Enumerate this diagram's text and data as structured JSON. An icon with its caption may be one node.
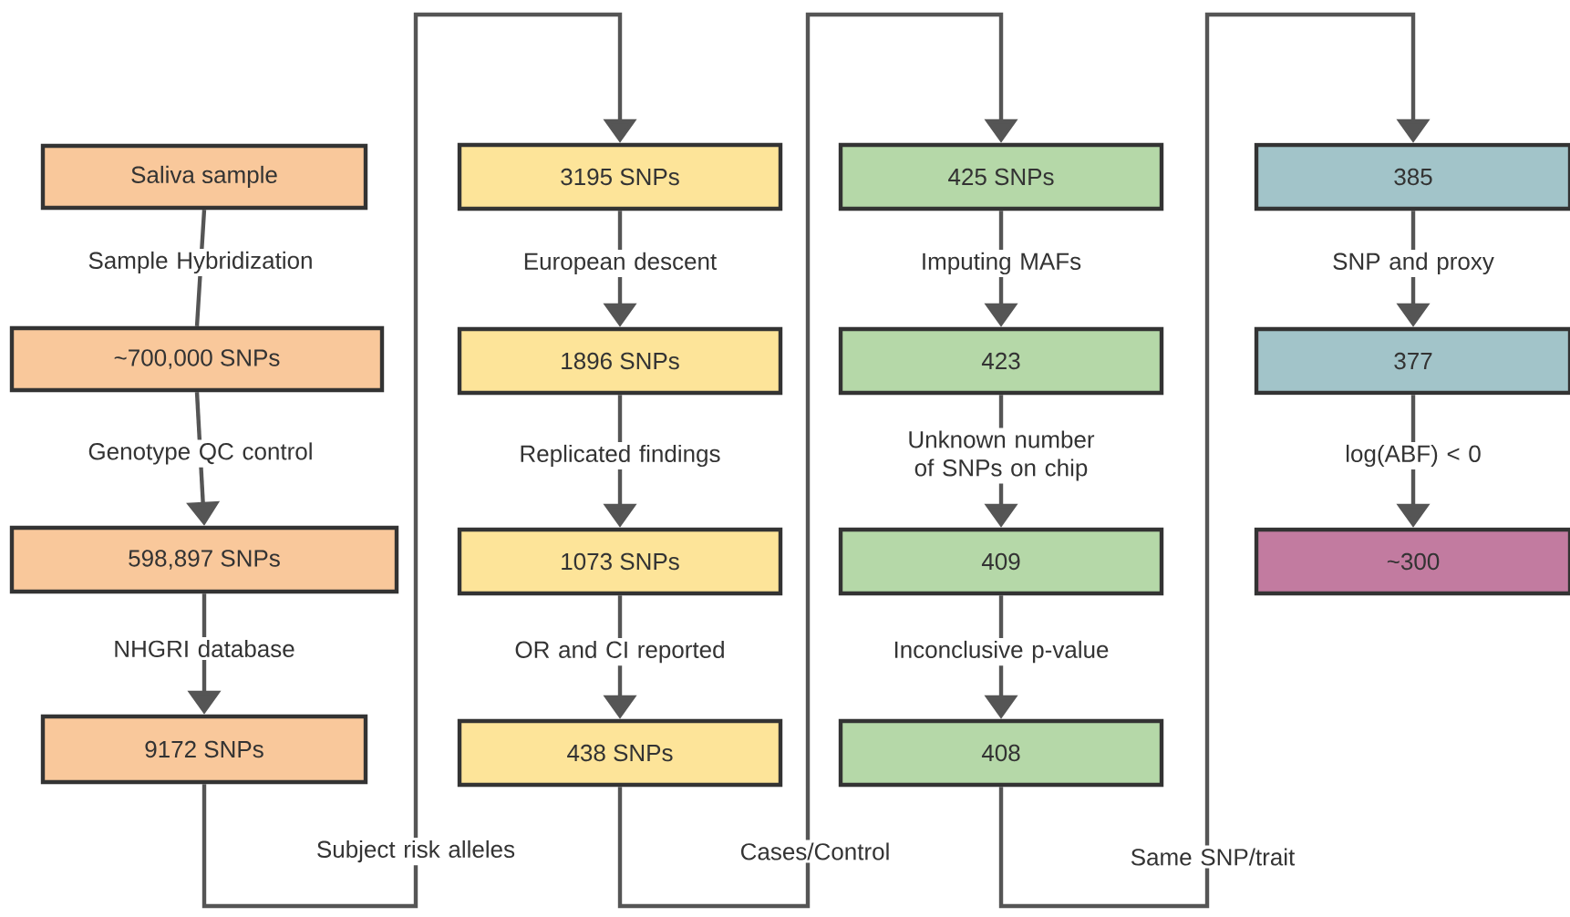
{
  "diagram": {
    "nodes": [
      {
        "text": [
          "Saliva sample"
        ]
      },
      {
        "text": [
          "~700,000 SNPs"
        ]
      },
      {
        "text": [
          "598,897 SNPs"
        ]
      },
      {
        "text": [
          "9172 SNPs"
        ]
      },
      {
        "text": [
          "3195 SNPs"
        ]
      },
      {
        "text": [
          "1896 SNPs"
        ]
      },
      {
        "text": [
          "1073 SNPs"
        ]
      },
      {
        "text": [
          "438 SNPs"
        ]
      },
      {
        "text": [
          "425 SNPs"
        ]
      },
      {
        "text": [
          "423"
        ]
      },
      {
        "text": [
          "409"
        ]
      },
      {
        "text": [
          "408"
        ]
      },
      {
        "text": [
          "385"
        ]
      },
      {
        "text": [
          "377"
        ]
      },
      {
        "text": [
          "~300"
        ]
      }
    ],
    "edges": [
      {
        "from": 0,
        "to": 1,
        "arrow": "none",
        "label": "Sample Hybridization"
      },
      {
        "from": 1,
        "to": 2,
        "arrow": "to",
        "label": "Genotype QC control"
      },
      {
        "from": 2,
        "to": 3,
        "arrow": "to",
        "label": "NHGRI database"
      },
      {
        "from": 3,
        "to": 4,
        "arrow": "to",
        "label": "Subject risk alleles"
      },
      {
        "from": 4,
        "to": 5,
        "arrow": "to",
        "label": "European descent"
      },
      {
        "from": 5,
        "to": 6,
        "arrow": "to",
        "label": "Replicated findings"
      },
      {
        "from": 6,
        "to": 7,
        "arrow": "to",
        "label": "OR and CI reported"
      },
      {
        "from": 7,
        "to": 8,
        "arrow": "to",
        "label": "Cases/Control"
      },
      {
        "from": 8,
        "to": 9,
        "arrow": "to",
        "label": "Imputing MAFs"
      },
      {
        "from": 9,
        "to": 10,
        "arrow": "to",
        "label": "Unknown number of SNPs on chip"
      },
      {
        "from": 10,
        "to": 11,
        "arrow": "to",
        "label": "Inconclusive p-value"
      },
      {
        "from": 11,
        "to": 12,
        "arrow": "to",
        "label": "Same SNP/trait"
      },
      {
        "from": 12,
        "to": 13,
        "arrow": "to",
        "label": "SNP and proxy"
      },
      {
        "from": 13,
        "to": 14,
        "arrow": "to",
        "label": "log(ABF) < 0"
      }
    ]
  }
}
